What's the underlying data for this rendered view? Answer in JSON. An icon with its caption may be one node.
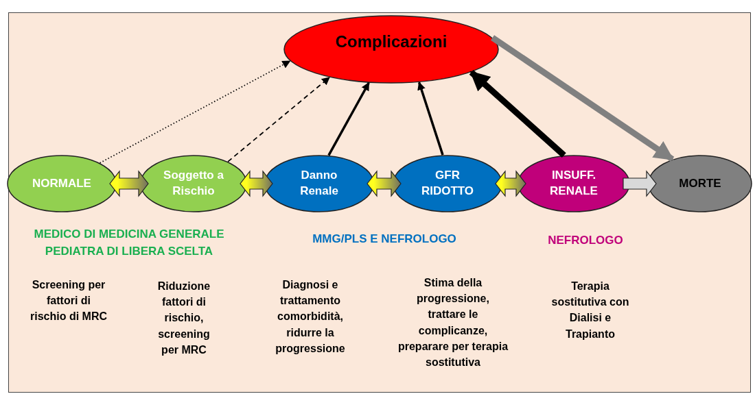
{
  "diagram": {
    "nodes": [
      {
        "text": [
          "Complicazioni"
        ]
      },
      {
        "text": [
          "NORMALE"
        ]
      },
      {
        "text": [
          "Soggetto a Rischio"
        ]
      },
      {
        "text": [
          "Danno Renale"
        ]
      },
      {
        "text": [
          "GFR RIDOTTO"
        ]
      },
      {
        "text": [
          "INSUFF. RENALE"
        ]
      },
      {
        "text": [
          "MORTE"
        ]
      }
    ],
    "edges": [
      {
        "from": 1,
        "to": 0,
        "arrow": "to",
        "style": "dashed"
      },
      {
        "from": 2,
        "to": 0,
        "arrow": "to",
        "style": "dashed"
      },
      {
        "from": 3,
        "to": 0,
        "arrow": "to"
      },
      {
        "from": 4,
        "to": 0,
        "arrow": "to"
      },
      {
        "from": 5,
        "to": 0,
        "arrow": "to",
        "style": "thick"
      },
      {
        "from": 0,
        "to": 6,
        "arrow": "to",
        "style": "thick",
        "color": "#808080"
      },
      {
        "from": 1,
        "to": 2,
        "arrow": "both"
      },
      {
        "from": 2,
        "to": 3,
        "arrow": "both"
      },
      {
        "from": 3,
        "to": 4,
        "arrow": "both"
      },
      {
        "from": 4,
        "to": 5,
        "arrow": "both"
      },
      {
        "from": 5,
        "to": 6,
        "arrow": "to"
      }
    ],
    "labels": [
      "MEDICO DI MEDICINA GENERALE PEDIATRA DI LIBERA SCELTA",
      "MMG/PLS E NEFROLOGO",
      "NEFROLOGO",
      "Screening per fattori di rischio di MRC",
      "Riduzione fattori di rischio, screening per MRC",
      "Diagnosi e trattamento comorbidità, ridurre la progressione",
      "Stima della progressione, trattare le complicanze, preparare per terapia sostitutiva",
      "Terapia sostitutiva con Dialisi e Trapianto"
    ]
  }
}
